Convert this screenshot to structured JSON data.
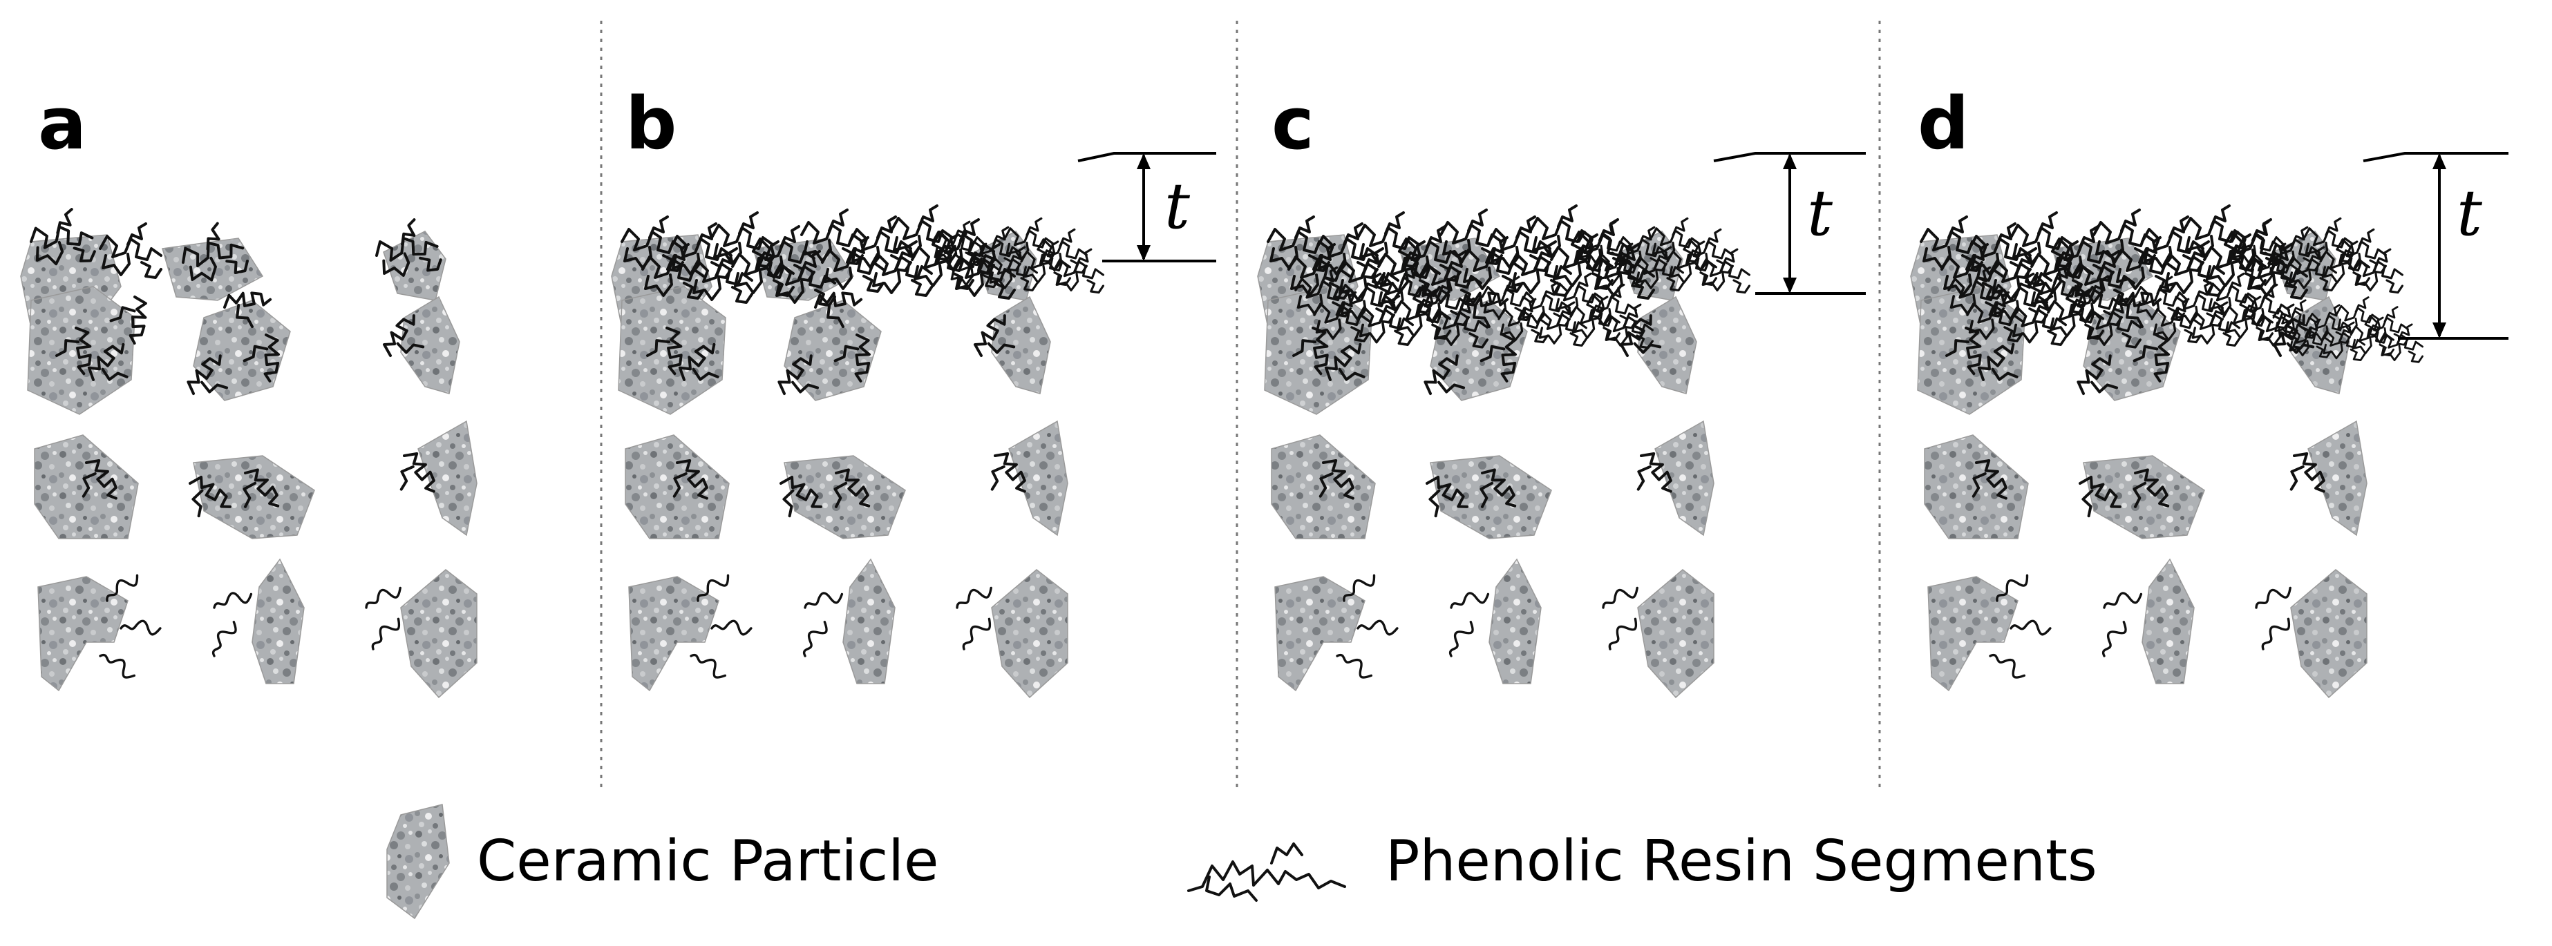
{
  "panels": [
    {
      "id": "a",
      "label": "a",
      "thickness_label": ""
    },
    {
      "id": "b",
      "label": "b",
      "thickness_label": "t"
    },
    {
      "id": "c",
      "label": "c",
      "thickness_label": "t"
    },
    {
      "id": "d",
      "label": "d",
      "thickness_label": "t"
    }
  ],
  "legend": {
    "particle_label": "Ceramic Particle",
    "resin_label": "Phenolic Resin Segments"
  },
  "colors": {
    "particle_base": "#a9acaf",
    "resin": "#111111",
    "divider": "#777777"
  }
}
